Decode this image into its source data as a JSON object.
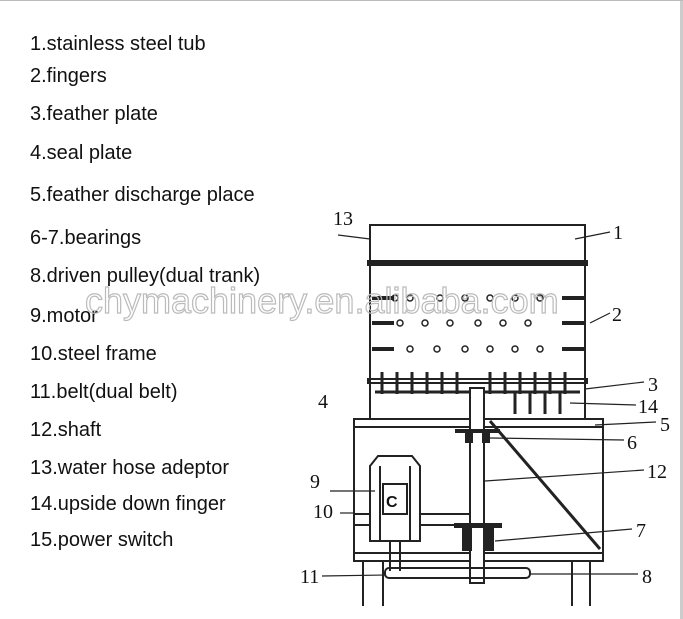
{
  "legend": [
    "1.stainless steel tub",
    "2.fingers",
    "3.feather plate",
    "4.seal plate",
    "5.feather discharge place",
    "6-7.bearings",
    "8.driven pulley(dual trank)",
    "9.motor",
    "10.steel frame",
    "11.belt(dual belt)",
    "12.shaft",
    "13.water hose adeptor",
    "14.upside down finger",
    "15.power switch"
  ],
  "callouts": [
    "13",
    "1",
    "2",
    "3",
    "4",
    "14",
    "5",
    "6",
    "12",
    "9",
    "10",
    "7",
    "11",
    "8"
  ],
  "motor_letter": "C",
  "watermark": "chymachinery.en.alibaba.com"
}
